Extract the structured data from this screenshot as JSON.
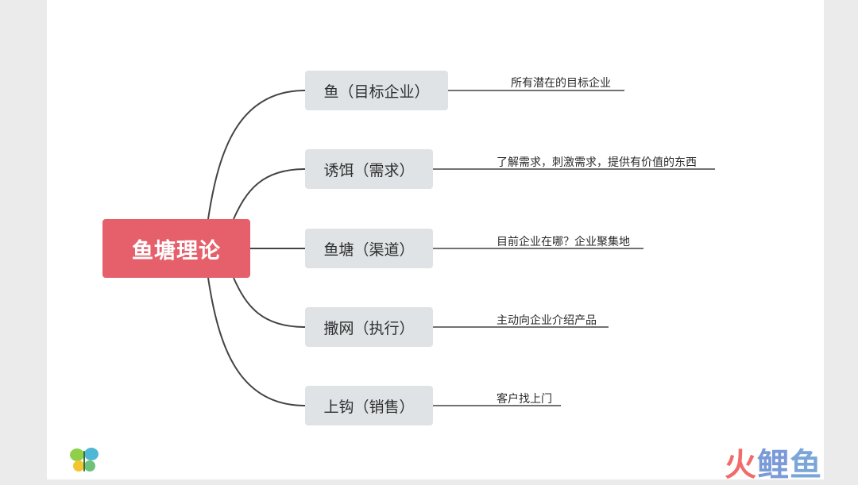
{
  "mindmap": {
    "root": "鱼塘理论",
    "branches": [
      {
        "label": "鱼（目标企业）",
        "note": "所有潜在的目标企业"
      },
      {
        "label": "诱饵（需求）",
        "note": "了解需求，刺激需求，提供有价值的东西"
      },
      {
        "label": "鱼塘（渠道）",
        "note": "目前企业在哪？企业聚集地"
      },
      {
        "label": "撒网（执行）",
        "note": "主动向企业介绍产品"
      },
      {
        "label": "上钩（销售）",
        "note": "客户找上门"
      }
    ]
  },
  "colors": {
    "root": "#e5606b",
    "branch_bg": "#dfe3e6",
    "connector": "#444444"
  },
  "watermark": {
    "text_1": "火",
    "text_2": "鲤",
    "text_3": "鱼"
  },
  "icons": {
    "logo": "butterfly-logo-icon"
  }
}
